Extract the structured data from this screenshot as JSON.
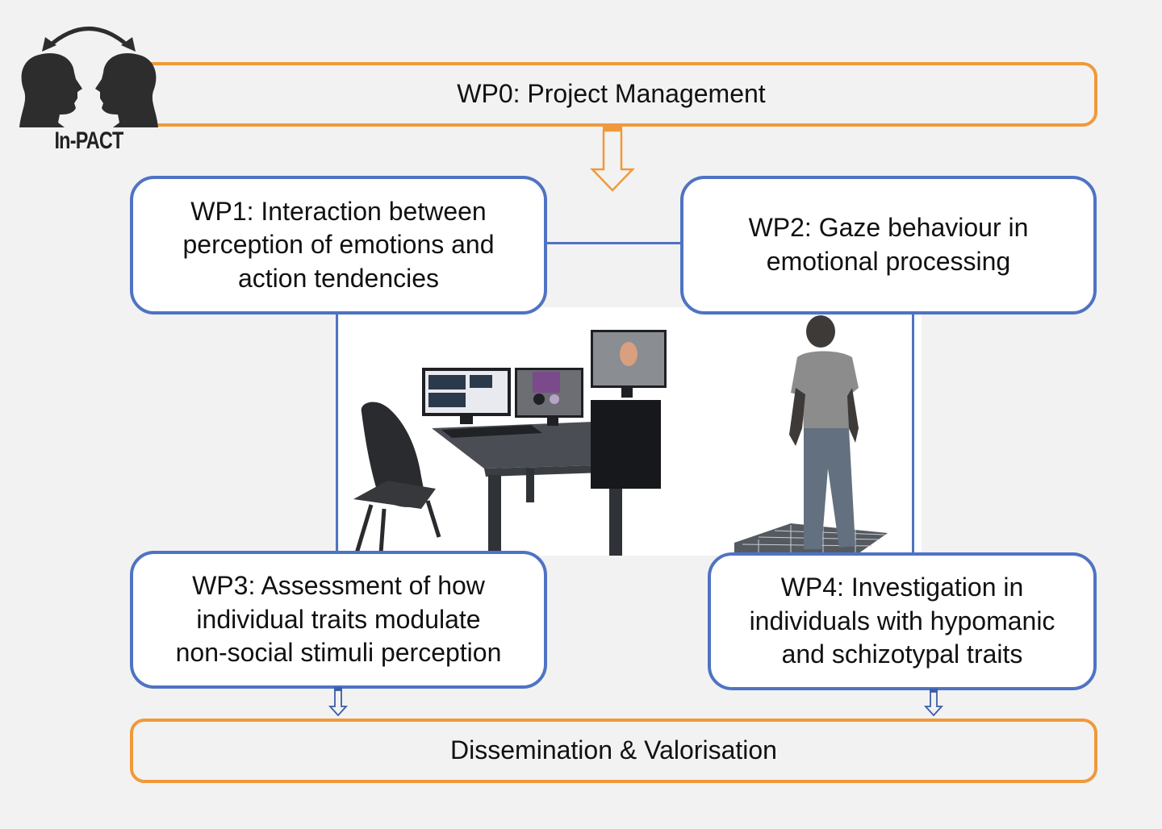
{
  "logo": {
    "label": "In-PACT",
    "icon": "two-faces-exchange-icon"
  },
  "colors": {
    "background": "#f2f2f2",
    "orange_border": "#f0993a",
    "blue_border": "#4f73c3",
    "box_fill": "#ffffff"
  },
  "wp0": {
    "label": "WP0: Project Management"
  },
  "wp1": {
    "label": "WP1: Interaction between\nperception of emotions and\naction tendencies"
  },
  "wp2": {
    "label": "WP2: Gaze behaviour in\nemotional processing"
  },
  "wp3": {
    "label": "WP3: Assessment of how\nindividual traits modulate\nnon-social stimuli perception"
  },
  "wp4": {
    "label": "WP4: Investigation in\nindividuals with hypomanic\nand schizotypal traits"
  },
  "dissemination": {
    "label": "Dissemination & Valorisation"
  },
  "scene": {
    "left_illustration": "lab-setup-desk-monitors-chair",
    "right_illustration": "standing-avatar-on-grid-platform"
  }
}
